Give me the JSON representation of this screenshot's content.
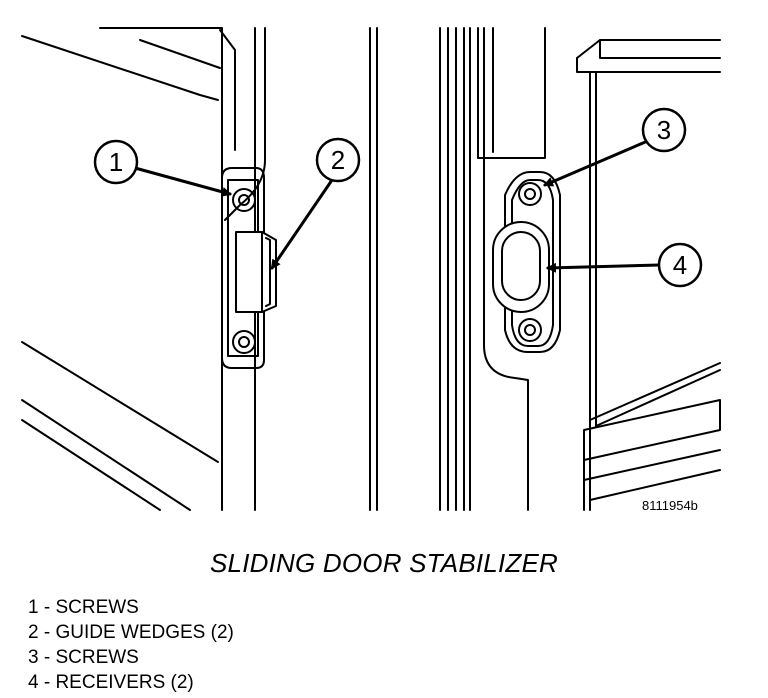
{
  "figure_id": "8111954b",
  "title": "SLIDING DOOR STABILIZER",
  "callouts": [
    "1",
    "2",
    "3",
    "4"
  ],
  "legend": [
    "1 - SCREWS",
    "2 - GUIDE WEDGES (2)",
    "3 - SCREWS",
    "4 - RECEIVERS (2)"
  ]
}
